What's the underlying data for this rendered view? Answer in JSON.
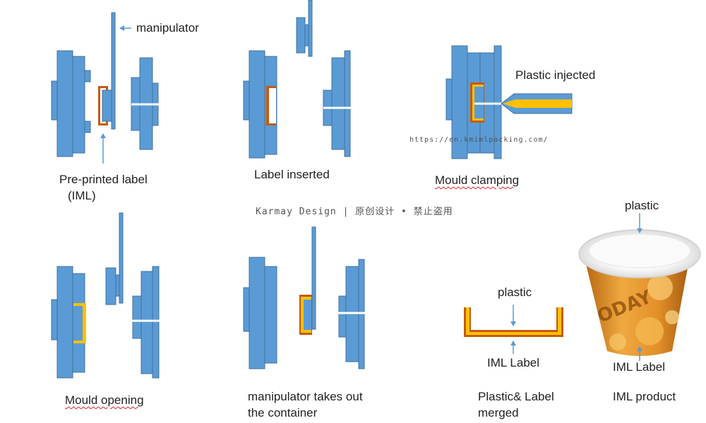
{
  "colors": {
    "mould": "#5b9bd5",
    "mould_edge": "#41719c",
    "label": "#c55a11",
    "plastic": "#ffc000",
    "arrow": "#5b9bd5",
    "cup_body": "#e0932a",
    "cup_rim": "#f4f4f4"
  },
  "steps": {
    "s1": {
      "callout": "manipulator",
      "caption_line1": "Pre-printed label",
      "caption_line2": "(IML)"
    },
    "s2": {
      "caption": "Label inserted"
    },
    "s3": {
      "callout": "Plastic injected",
      "caption": "Mould clamping"
    },
    "s4": {
      "caption": "Mould opening"
    },
    "s5": {
      "caption_line1": "manipulator takes out",
      "caption_line2": "the container"
    },
    "s6": {
      "top_label": "plastic",
      "bottom_label": "IML Label",
      "caption_line1": "Plastic& Label",
      "caption_line2": "merged"
    },
    "s7": {
      "top_label": "plastic",
      "bottom_label": "IML Label",
      "caption": "IML product",
      "cup_print": "ODAY"
    }
  },
  "watermarks": {
    "url": "https://en.kmimlpacking.com/",
    "brand": "Karmay Design | 原创设计 • 禁止盗用"
  }
}
